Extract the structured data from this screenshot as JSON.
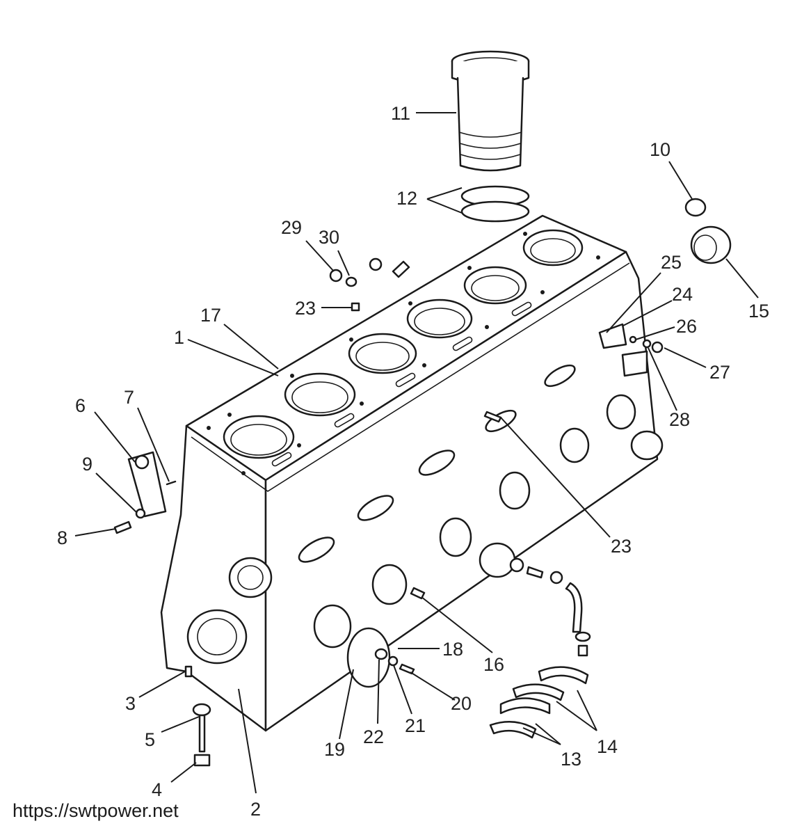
{
  "callouts": [
    "1",
    "2",
    "3",
    "4",
    "5",
    "6",
    "7",
    "8",
    "9",
    "10",
    "11",
    "12",
    "13",
    "14",
    "15",
    "16",
    "17",
    "18",
    "19",
    "20",
    "21",
    "22",
    "23",
    "23",
    "24",
    "25",
    "26",
    "27",
    "28",
    "29",
    "30"
  ],
  "watermark": "https://swtpower.net"
}
